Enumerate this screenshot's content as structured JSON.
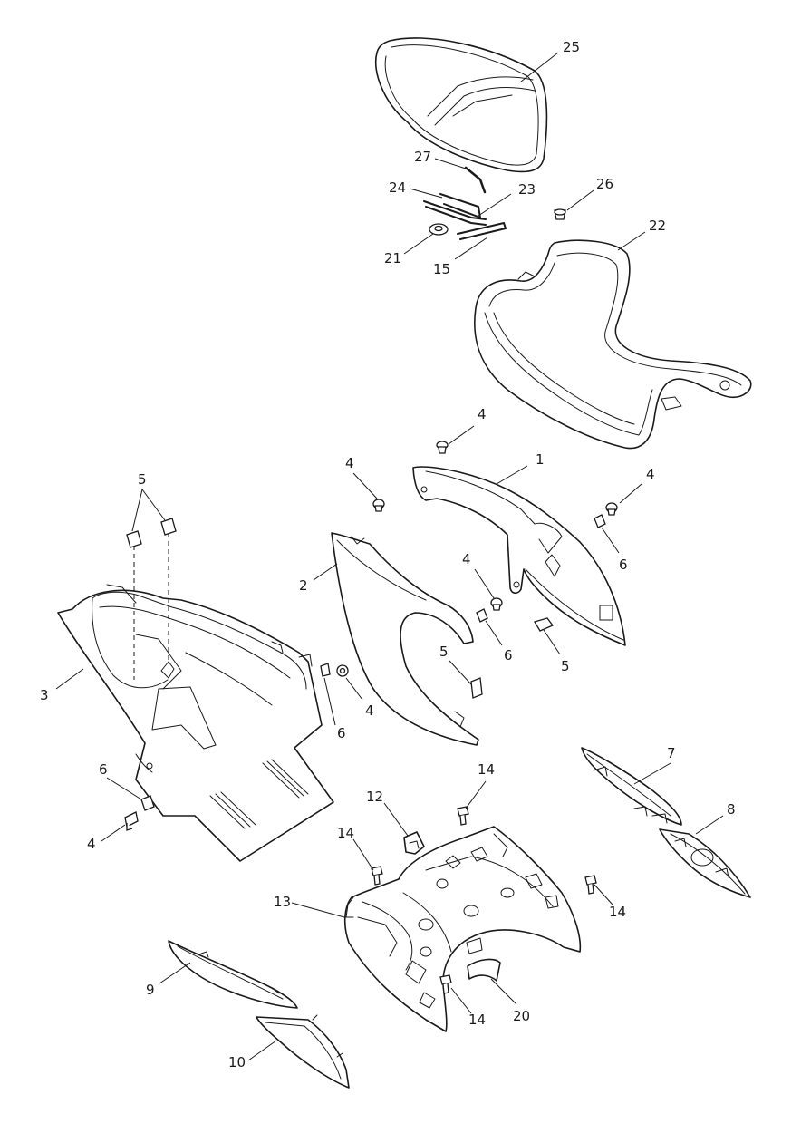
{
  "labels": [
    {
      "id": "c1",
      "text": "1"
    },
    {
      "id": "c2",
      "text": "2"
    },
    {
      "id": "c3",
      "text": "3"
    },
    {
      "id": "c4a",
      "text": "4"
    },
    {
      "id": "c4b",
      "text": "4"
    },
    {
      "id": "c4c",
      "text": "4"
    },
    {
      "id": "c4d",
      "text": "4"
    },
    {
      "id": "c4e",
      "text": "4"
    },
    {
      "id": "c4f",
      "text": "4"
    },
    {
      "id": "c5a",
      "text": "5"
    },
    {
      "id": "c5b",
      "text": "5"
    },
    {
      "id": "c5c",
      "text": "5"
    },
    {
      "id": "c6a",
      "text": "6"
    },
    {
      "id": "c6b",
      "text": "6"
    },
    {
      "id": "c6c",
      "text": "6"
    },
    {
      "id": "c6d",
      "text": "6"
    },
    {
      "id": "c7",
      "text": "7"
    },
    {
      "id": "c8",
      "text": "8"
    },
    {
      "id": "c9",
      "text": "9"
    },
    {
      "id": "c10",
      "text": "10"
    },
    {
      "id": "c12",
      "text": "12"
    },
    {
      "id": "c13",
      "text": "13"
    },
    {
      "id": "c14a",
      "text": "14"
    },
    {
      "id": "c14b",
      "text": "14"
    },
    {
      "id": "c14c",
      "text": "14"
    },
    {
      "id": "c14d",
      "text": "14"
    },
    {
      "id": "c15",
      "text": "15"
    },
    {
      "id": "c20",
      "text": "20"
    },
    {
      "id": "c21",
      "text": "21"
    },
    {
      "id": "c22",
      "text": "22"
    },
    {
      "id": "c23",
      "text": "23"
    },
    {
      "id": "c24",
      "text": "24"
    },
    {
      "id": "c25",
      "text": "25"
    },
    {
      "id": "c26",
      "text": "26"
    },
    {
      "id": "c27",
      "text": "27"
    }
  ]
}
